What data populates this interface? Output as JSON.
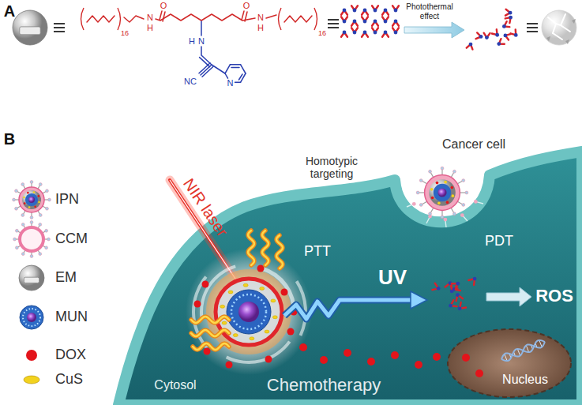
{
  "diagram": {
    "nodes": [
      {
        "text": [
          "Nucleus"
        ]
      }
    ],
    "labels": [
      "A",
      "16",
      "O",
      "N",
      "H",
      "O",
      "N",
      "H",
      "16",
      "H",
      "N",
      "NC",
      "N",
      "Photothermal effect",
      "B",
      "NIR laser",
      "Homotypic targeting",
      "Cancer cell",
      "PTT",
      "PDT",
      "UV",
      "ROS",
      "Cytosol",
      "Chemotherapy"
    ],
    "legend": [
      {
        "text": "IPN"
      },
      {
        "text": "CCM"
      },
      {
        "text": "EM"
      },
      {
        "text": "MUN"
      },
      {
        "text": "DOX",
        "color": "#e3141b"
      },
      {
        "text": "CuS",
        "color": "#f2d21e"
      }
    ]
  }
}
